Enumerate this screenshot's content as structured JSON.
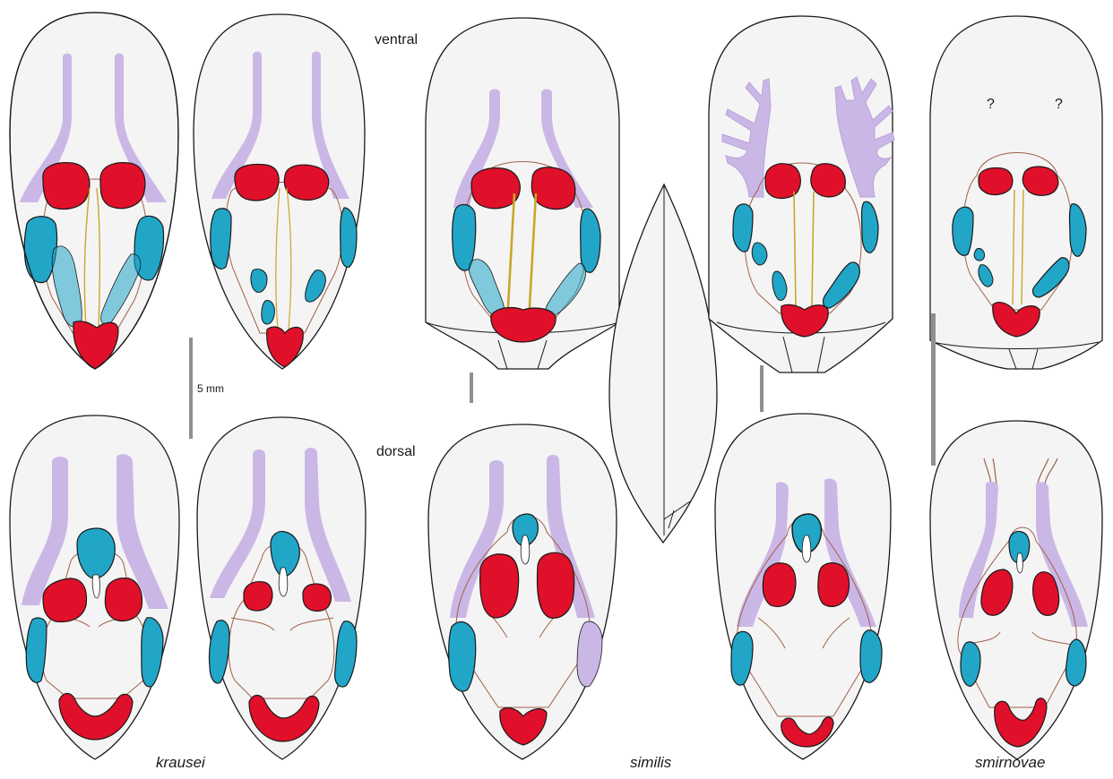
{
  "labels": {
    "ventral": "ventral",
    "dorsal": "dorsal",
    "scale": "5 mm",
    "question": "?"
  },
  "taxa": [
    "krausei",
    "similis",
    "smirnovae"
  ],
  "colors": {
    "background": "#ffffff",
    "body_fill": "#f4f4f4",
    "outline": "#1a1a1a",
    "lavender_muscle": "#cbb7e6",
    "red_muscle": "#e0102a",
    "blue_muscle": "#21a6c8",
    "yellow_line": "#c9a62c",
    "brown_line": "#a0604a",
    "scale_bar": "#8f8f8f"
  }
}
